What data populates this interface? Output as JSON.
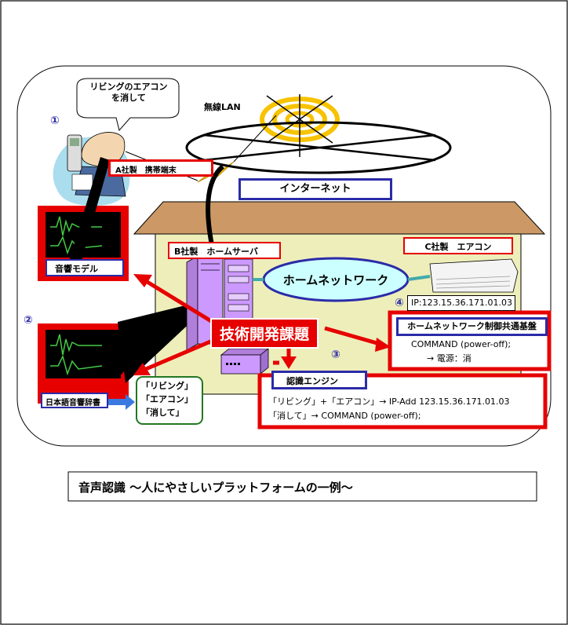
{
  "speech_bubble": {
    "line1": "リビングのエアコン",
    "line2": "を消して"
  },
  "step_numbers": {
    "n1": "①",
    "n2": "②",
    "n3": "③",
    "n4": "④"
  },
  "wireless_label": "無線LAN",
  "terminal_label": "A社製　携帯端末",
  "internet_label": "インターネット",
  "home_server_label": "B社製　ホームサーバ",
  "aircon_label": "C社製　エアコン",
  "home_network_label": "ホームネットワーク",
  "ip_label": "IP:123.15.36.171.01.03",
  "platform_box": {
    "title": "ホームネットワーク制御共通基盤",
    "line1": "COMMAND (power-off);",
    "line2": "→  電源：消"
  },
  "tech_challenge_label": "技術開発課題",
  "acoustic_model_label": "音響モデル",
  "dictionary_label": "日本語音響辞書",
  "words": [
    "「リビング」",
    "「エアコン」",
    "「消して」"
  ],
  "recognition_engine": {
    "title": "認識エンジン",
    "line1": "「リビング」+「エアコン」→  IP-Add 123.15.36.171.01.03",
    "line2": "「消して」→  COMMAND (power-off);"
  },
  "caption": "音声認識 ～人にやさしいプラットフォームの一例～",
  "colors": {
    "red": "#e60000",
    "blue": "#2b2ba8",
    "wall": "#eeeebb",
    "roof": "#cc9966",
    "server": "#cc99ff",
    "network": "#ccffff",
    "wave": "#44cc44"
  }
}
